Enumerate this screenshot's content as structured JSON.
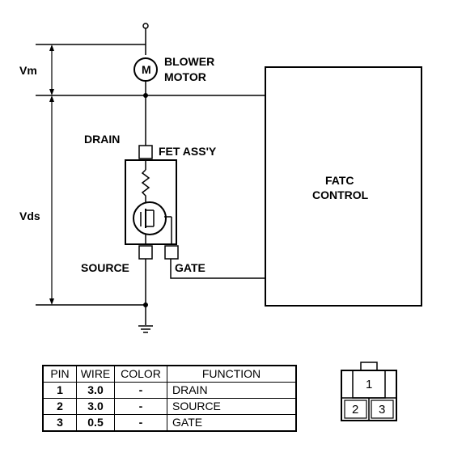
{
  "labels": {
    "blower_motor_line1": "BLOWER",
    "blower_motor_line2": "MOTOR",
    "motor_symbol": "M",
    "vm": "Vm",
    "vds": "Vds",
    "drain": "DRAIN",
    "fet_assy": "FET ASS'Y",
    "source": "SOURCE",
    "gate": "GATE",
    "fatc_line1": "FATC",
    "fatc_line2": "CONTROL"
  },
  "pin_table": {
    "headers": [
      "PIN",
      "WIRE",
      "COLOR",
      "FUNCTION"
    ],
    "rows": [
      {
        "pin": "1",
        "wire": "3.0",
        "color": "-",
        "function": "DRAIN"
      },
      {
        "pin": "2",
        "wire": "3.0",
        "color": "-",
        "function": "SOURCE"
      },
      {
        "pin": "3",
        "wire": "0.5",
        "color": "-",
        "function": "GATE"
      }
    ]
  },
  "connector": {
    "pins": [
      "1",
      "2",
      "3"
    ]
  }
}
